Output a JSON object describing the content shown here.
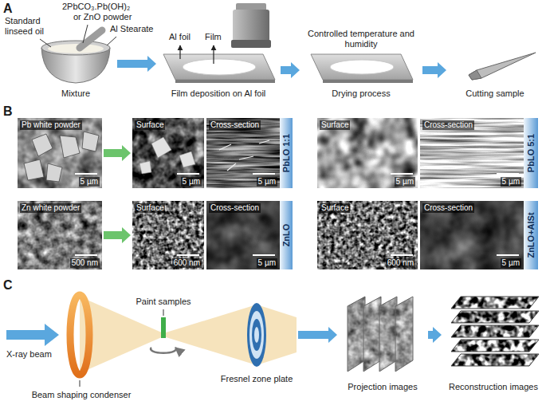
{
  "diagram": {
    "nodes": [
      {
        "text": [
          "Mixture"
        ]
      },
      {
        "text": [
          "Film deposition on Al foil"
        ]
      },
      {
        "text": [
          "Controlled temperature and humidity",
          "Drying process"
        ]
      },
      {
        "text": [
          "Cutting sample"
        ]
      },
      {
        "text": [
          "Pb white powder",
          "5 µm"
        ]
      },
      {
        "text": [
          "Surface",
          "5 µm"
        ]
      },
      {
        "text": [
          "Cross-section",
          "5 µm"
        ]
      },
      {
        "text": [
          "PbLO 1:1"
        ]
      },
      {
        "text": [
          "Surface",
          "5 µm"
        ]
      },
      {
        "text": [
          "Cross-section",
          "5 µm"
        ]
      },
      {
        "text": [
          "PbLO 5:1"
        ]
      },
      {
        "text": [
          "Zn white powder",
          "500 nm"
        ]
      },
      {
        "text": [
          "Surface",
          "600 nm"
        ]
      },
      {
        "text": [
          "Cross-section",
          "5 µm"
        ]
      },
      {
        "text": [
          "ZnLO"
        ]
      },
      {
        "text": [
          "Surface",
          "600 nm"
        ]
      },
      {
        "text": [
          "Cross-section",
          "5 µm"
        ]
      },
      {
        "text": [
          "ZnLO+AlSt"
        ]
      },
      {
        "text": [
          "Beam shaping condenser"
        ]
      },
      {
        "text": [
          "Paint samples"
        ]
      },
      {
        "text": [
          "Fresnel zone plate"
        ]
      },
      {
        "text": [
          "Projection images"
        ]
      },
      {
        "text": [
          "Reconstruction images"
        ]
      }
    ],
    "edges": [
      {
        "from": 0,
        "to": 1,
        "arrow": "to"
      },
      {
        "from": 1,
        "to": 2,
        "arrow": "to"
      },
      {
        "from": 2,
        "to": 3,
        "arrow": "to"
      },
      {
        "from": 4,
        "to": 5,
        "arrow": "to"
      },
      {
        "from": 11,
        "to": 12,
        "arrow": "to"
      },
      {
        "from": 20,
        "to": 21,
        "arrow": "to"
      },
      {
        "from": 21,
        "to": 22,
        "arrow": "to"
      }
    ],
    "labels": [
      "A",
      "2PbCO₃.Pb(OH)₂",
      "or ZnO powder",
      "Standard linseed oil",
      "Al Stearate",
      "Al foil",
      "Film",
      "B",
      "C",
      "X-ray beam"
    ]
  }
}
